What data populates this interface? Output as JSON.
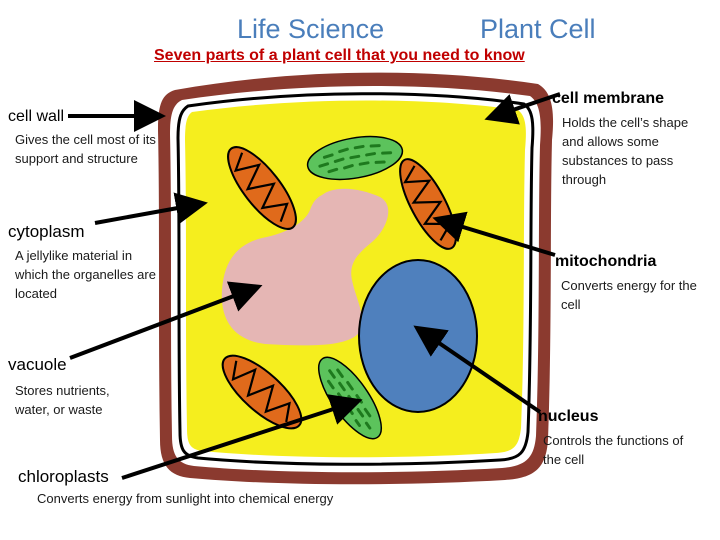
{
  "header": {
    "course": "Life Science",
    "topic": "Plant Cell",
    "subtitle": "Seven parts of a plant cell that you need to know"
  },
  "parts": {
    "cell_wall": {
      "name": "cell wall",
      "desc": "Gives the cell most of its support and structure"
    },
    "cytoplasm": {
      "name": "cytoplasm",
      "desc": "A jellylike material in which the organelles are located"
    },
    "vacuole": {
      "name": "vacuole",
      "desc": "Stores nutrients, water, or waste"
    },
    "chloroplasts": {
      "name": "chloroplasts",
      "desc": "Converts energy from sunlight into chemical energy"
    },
    "cell_membrane": {
      "name": "cell membrane",
      "desc": "Holds the cell’s shape and allows some substances to pass through"
    },
    "mitochondria": {
      "name": "mitochondria",
      "desc": "Converts energy for the cell"
    },
    "nucleus": {
      "name": "nucleus",
      "desc": "Controls the functions of the cell"
    }
  },
  "colors": {
    "cell_wall": "#8b3a2f",
    "cytoplasm": "#f5ee1e",
    "vacuole": "#e5b6b4",
    "nucleus": "#4f80bd",
    "chloroplast": "#5cc35c",
    "mitochondria": "#e06a1b",
    "subtitle": "#c00000",
    "title": "#4a7ebb"
  }
}
